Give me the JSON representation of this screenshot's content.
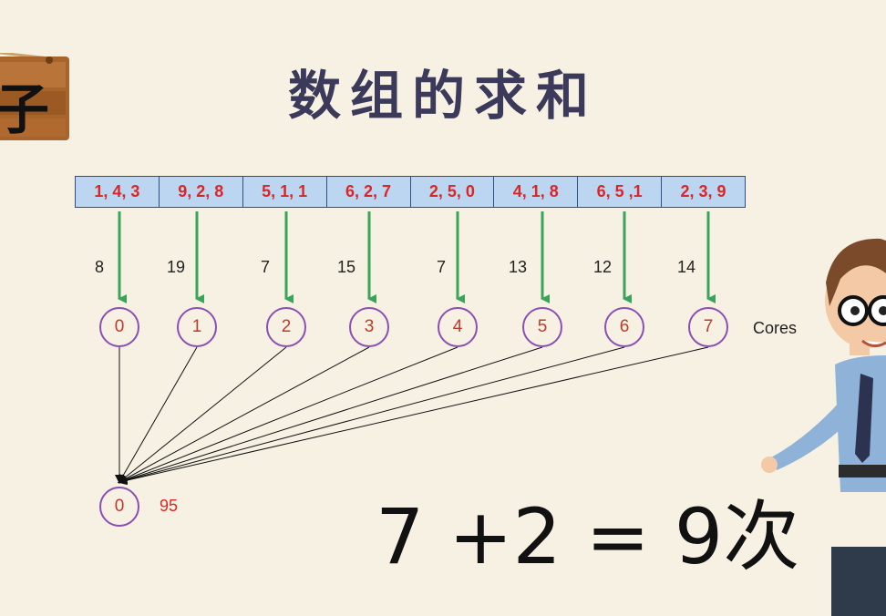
{
  "title": "数组的求和",
  "sign_char": "子",
  "array_cells": [
    "1, 4, 3",
    "9, 2, 8",
    "5, 1, 1",
    "6, 2, 7",
    "2, 5, 0",
    "4, 1, 8",
    "6, 5 ,1",
    "2, 3, 9"
  ],
  "partial_sums": [
    "8",
    "19",
    "7",
    "15",
    "7",
    "13",
    "12",
    "14"
  ],
  "cores": [
    "0",
    "1",
    "2",
    "3",
    "4",
    "5",
    "6",
    "7"
  ],
  "cores_label": "Cores",
  "root_core": "0",
  "total": "95",
  "formula": "7 +2 = 9次",
  "colors": {
    "background": "#f6f1e3",
    "cell_fill": "#bcd6f1",
    "cell_text": "#d92727",
    "arrow": "#3aa55a",
    "circle": "#8a4fb3"
  }
}
